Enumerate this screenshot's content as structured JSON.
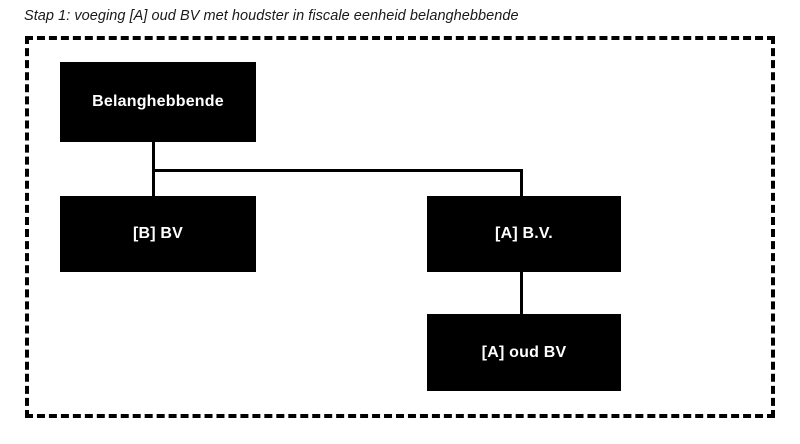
{
  "diagram": {
    "caption": "Stap 1: voeging [A] oud BV met houdster in fiscale eenheid belanghebbende",
    "frame": {
      "style": "dashed",
      "color": "#000000"
    },
    "colors": {
      "node_fill": "#000000",
      "node_text": "#ffffff",
      "connector": "#000000",
      "frame_border": "#000000",
      "background": "#ffffff",
      "caption_text": "#1a1a1a"
    },
    "nodes": [
      {
        "id": "belanghebbende",
        "label": "Belanghebbende"
      },
      {
        "id": "b_bv",
        "label": "[B] BV"
      },
      {
        "id": "a_bv",
        "label": "[A] B.V."
      },
      {
        "id": "a_oud_bv",
        "label": "[A] oud BV"
      }
    ],
    "edges": [
      {
        "from": "belanghebbende",
        "to": "b_bv"
      },
      {
        "from": "belanghebbende",
        "to": "a_bv"
      },
      {
        "from": "a_bv",
        "to": "a_oud_bv"
      }
    ]
  }
}
